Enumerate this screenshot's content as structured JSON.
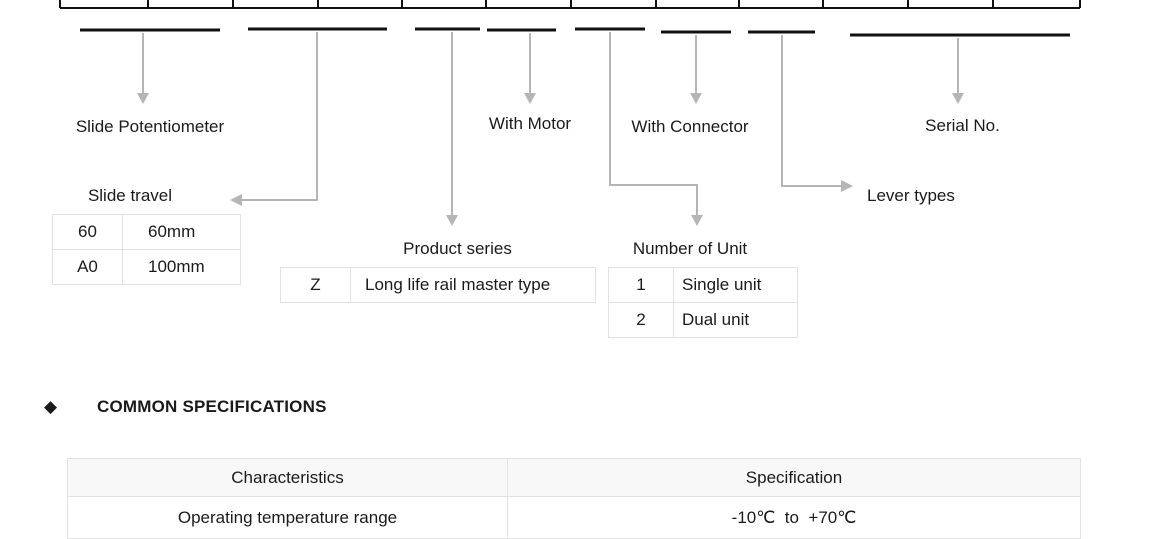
{
  "diagram": {
    "labels": {
      "slide_potentiometer": "Slide Potentiometer",
      "slide_travel": "Slide travel",
      "with_motor": "With Motor",
      "with_connector": "With Connector",
      "serial_no": "Serial No.",
      "lever_types": "Lever types",
      "product_series": "Product series",
      "number_of_unit": "Number of Unit"
    },
    "slide_travel_table": {
      "rows": [
        {
          "code": "60",
          "value": "60mm"
        },
        {
          "code": "A0",
          "value": "100mm"
        }
      ]
    },
    "product_series_table": {
      "rows": [
        {
          "code": "Z",
          "value": "Long life rail master type"
        }
      ]
    },
    "number_of_unit_table": {
      "rows": [
        {
          "code": "1",
          "value": "Single unit"
        },
        {
          "code": "2",
          "value": "Dual unit"
        }
      ]
    }
  },
  "common_specifications": {
    "bullet": "◆",
    "title": "COMMON SPECIFICATIONS",
    "table": {
      "col_characteristics": "Characteristics",
      "col_specification": "Specification",
      "rows": [
        {
          "characteristic": "Operating temperature range",
          "specification": "-10℃  to  +70℃"
        }
      ]
    }
  },
  "colors": {
    "bar": "#111111",
    "arrow": "#b5b5b5",
    "table_border": "#e2e2e2",
    "header_bg": "#f8f8f8"
  }
}
